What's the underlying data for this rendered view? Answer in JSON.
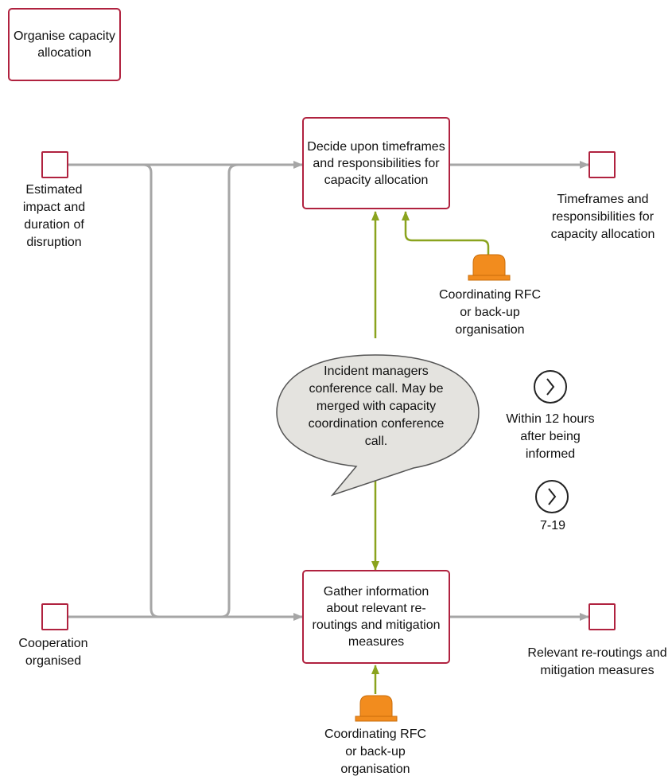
{
  "diagram": {
    "title": "Organise capacity allocation",
    "activities": {
      "decide": "Decide upon timeframes and responsibilities for capacity allocation",
      "gather": "Gather information about relevant re-routings and mitigation measures"
    },
    "inputs": {
      "estimated": "Estimated impact and duration of disruption",
      "cooperation": "Cooperation organised"
    },
    "outputs": {
      "timeframes": "Timeframes and responsibilities for capacity allocation",
      "reroutings": "Relevant re-routings and mitigation measures"
    },
    "actors": {
      "top": "Coordinating RFC or back-up organisation",
      "bottom": "Coordinating RFC or back-up organisation"
    },
    "comment": "Incident managers conference call. May be merged with capacity coordination conference call.",
    "timers": {
      "first": "Within 12 hours after being informed",
      "second": "7-19"
    },
    "colors": {
      "box_border": "#b0223f",
      "flow_line": "#a6a6a6",
      "actor_line": "#8aa31e",
      "actor_fill": "#f28c1e",
      "bubble_fill": "#e4e3df"
    }
  }
}
